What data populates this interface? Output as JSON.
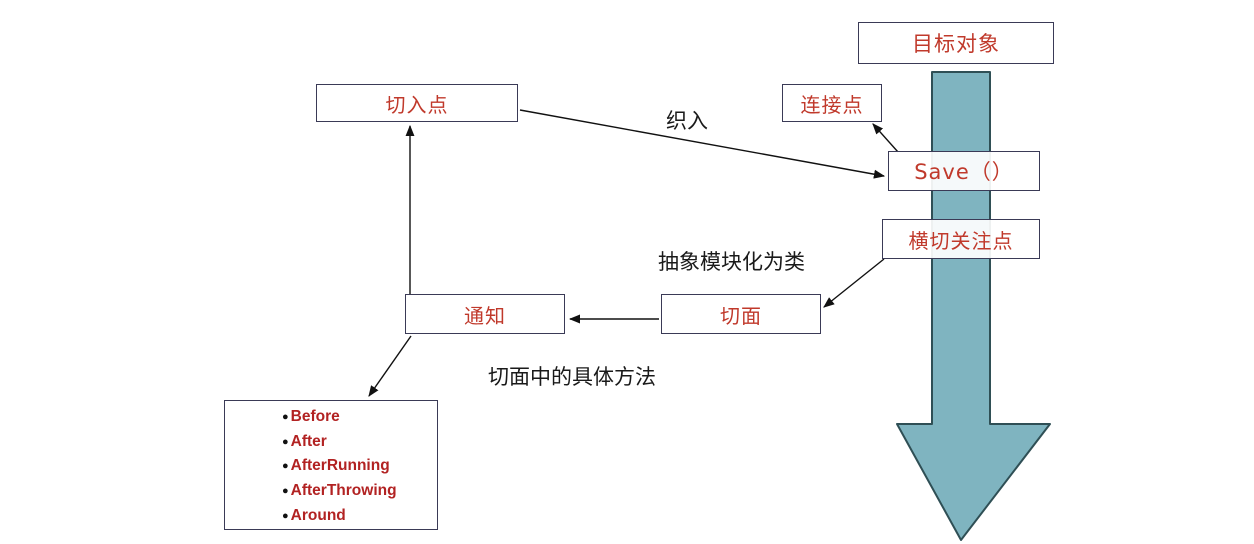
{
  "nodes": {
    "target_object": "目标对象",
    "join_point": "连接点",
    "pointcut": "切入点",
    "save_method": "Save（）",
    "crosscutting_concern": "横切关注点",
    "aspect": "切面",
    "advice": "通知"
  },
  "labels": {
    "weave": "织入",
    "modularize_to_class": "抽象模块化为类",
    "aspect_methods": "切面中的具体方法"
  },
  "advice_types": [
    {
      "name": "Before"
    },
    {
      "name": "After"
    },
    {
      "name": "AfterRunning"
    },
    {
      "name": "AfterThrowing"
    },
    {
      "name": "Around"
    }
  ],
  "colors": {
    "node_text": "#c0392b",
    "node_border": "#3a3a56",
    "arrow_fill": "#7fb4c0",
    "arrow_stroke": "#2f4f55",
    "edge": "#111111"
  }
}
